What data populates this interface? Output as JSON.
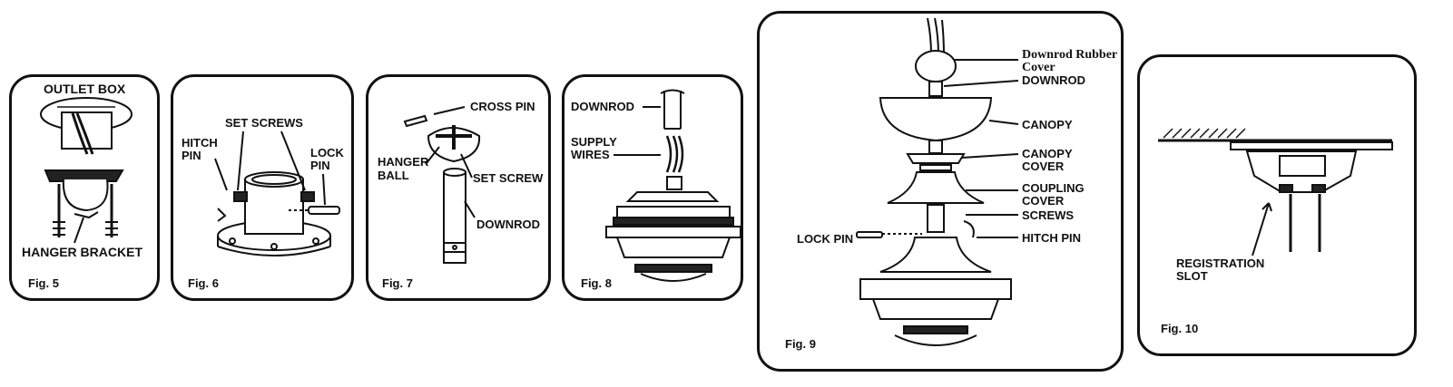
{
  "fig5": {
    "outlet_box": "OUTLET BOX",
    "hanger_bracket": "HANGER BRACKET",
    "caption": "Fig. 5"
  },
  "fig6": {
    "set_screws": "SET  SCREWS",
    "hitch": "HITCH",
    "pin": "PIN",
    "lock": "LOCK",
    "lock_pin": "PIN",
    "caption": "Fig. 6"
  },
  "fig7": {
    "cross_pin": "CROSS PIN",
    "hanger": "HANGER",
    "ball": "BALL",
    "set_screw": "SET SCREW",
    "downrod": "DOWNROD",
    "caption": "Fig. 7"
  },
  "fig8": {
    "downrod": "DOWNROD",
    "supply": "SUPPLY",
    "wires": "WIRES",
    "caption": "Fig. 8"
  },
  "fig9": {
    "rubber_1": "Downrod Rubber",
    "rubber_2": "Cover",
    "downrod": "DOWNROD",
    "canopy": "CANOPY",
    "canopy_cover_1": "CANOPY",
    "canopy_cover_2": "COVER",
    "coupling_1": "COUPLING",
    "coupling_2": "COVER",
    "screws": "SCREWS",
    "lock_pin": "LOCK PIN",
    "hitch_pin": "HITCH PIN",
    "caption": "Fig. 9"
  },
  "fig10": {
    "registration": "REGISTRATION",
    "slot": "SLOT",
    "caption": "Fig. 10"
  }
}
